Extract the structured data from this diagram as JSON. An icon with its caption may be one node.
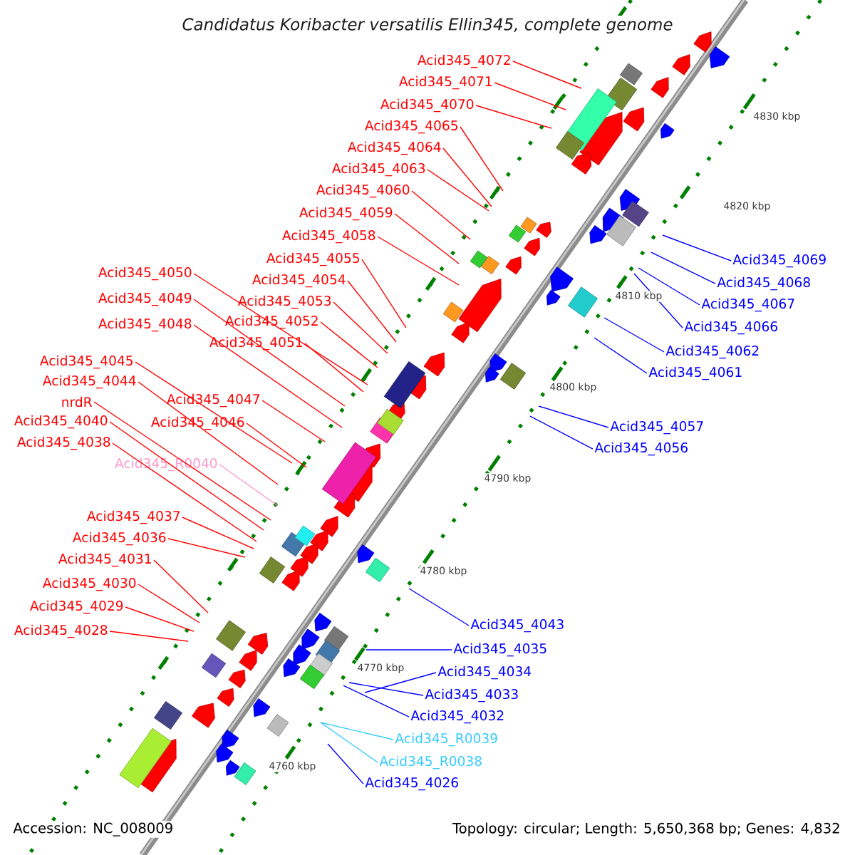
{
  "diagram": {
    "title": "Candidatus Koribacter versatilis Ellin345, complete genome",
    "nodes": [
      {
        "text": [
          "Acid345_4072"
        ]
      },
      {
        "text": [
          "Acid345_4071"
        ]
      },
      {
        "text": [
          "Acid345_4070"
        ]
      },
      {
        "text": [
          "Acid345_4065"
        ]
      },
      {
        "text": [
          "Acid345_4064"
        ]
      },
      {
        "text": [
          "Acid345_4063"
        ]
      },
      {
        "text": [
          "Acid345_4060"
        ]
      },
      {
        "text": [
          "Acid345_4059"
        ]
      },
      {
        "text": [
          "Acid345_4069"
        ]
      },
      {
        "text": [
          "Acid345_4058"
        ]
      },
      {
        "text": [
          "Acid345_4055"
        ]
      },
      {
        "text": [
          "Acid345_4050"
        ]
      },
      {
        "text": [
          "Acid345_4054"
        ]
      },
      {
        "text": [
          "Acid345_4068"
        ]
      },
      {
        "text": [
          "Acid345_4049"
        ]
      },
      {
        "text": [
          "Acid345_4053"
        ]
      },
      {
        "text": [
          "Acid345_4067"
        ]
      },
      {
        "text": [
          "Acid345_4052"
        ]
      },
      {
        "text": [
          "Acid345_4048"
        ]
      },
      {
        "text": [
          "Acid345_4066"
        ]
      },
      {
        "text": [
          "Acid345_4051"
        ]
      },
      {
        "text": [
          "Acid345_4062"
        ]
      },
      {
        "text": [
          "Acid345_4045"
        ]
      },
      {
        "text": [
          "Acid345_4061"
        ]
      },
      {
        "text": [
          "Acid345_4044"
        ]
      },
      {
        "text": [
          "nrdR"
        ]
      },
      {
        "text": [
          "Acid345_4047"
        ]
      },
      {
        "text": [
          "Acid345_4040"
        ]
      },
      {
        "text": [
          "Acid345_4046"
        ]
      },
      {
        "text": [
          "Acid345_4057"
        ]
      },
      {
        "text": [
          "Acid345_4038"
        ]
      },
      {
        "text": [
          "Acid345_4056"
        ]
      },
      {
        "text": [
          "Acid345_R0040"
        ]
      },
      {
        "text": [
          "Acid345_4037"
        ]
      },
      {
        "text": [
          "Acid345_4036"
        ]
      },
      {
        "text": [
          "Acid345_4031"
        ]
      },
      {
        "text": [
          "Acid345_4030"
        ]
      },
      {
        "text": [
          "Acid345_4029"
        ]
      },
      {
        "text": [
          "Acid345_4043"
        ]
      },
      {
        "text": [
          "Acid345_4028"
        ]
      },
      {
        "text": [
          "Acid345_4035"
        ]
      },
      {
        "text": [
          "Acid345_4034"
        ]
      },
      {
        "text": [
          "Acid345_4033"
        ]
      },
      {
        "text": [
          "Acid345_4032"
        ]
      },
      {
        "text": [
          "Acid345_R0039"
        ]
      },
      {
        "text": [
          "Acid345_R0038"
        ]
      },
      {
        "text": [
          "Acid345_4026"
        ]
      }
    ],
    "edges": [
      {
        "from": 0,
        "to": null,
        "arrow": "none"
      },
      {
        "from": 1,
        "to": null,
        "arrow": "none"
      },
      {
        "from": 2,
        "to": null,
        "arrow": "none"
      },
      {
        "from": 3,
        "to": null,
        "arrow": "none"
      },
      {
        "from": 4,
        "to": null,
        "arrow": "none"
      },
      {
        "from": 5,
        "to": null,
        "arrow": "none"
      },
      {
        "from": 6,
        "to": null,
        "arrow": "none"
      },
      {
        "from": 7,
        "to": null,
        "arrow": "none"
      },
      {
        "from": 8,
        "to": null,
        "arrow": "none",
        "color": "#0000ff"
      },
      {
        "from": 9,
        "to": null,
        "arrow": "none"
      },
      {
        "from": 10,
        "to": null,
        "arrow": "none"
      },
      {
        "from": 11,
        "to": null,
        "arrow": "none"
      },
      {
        "from": 12,
        "to": null,
        "arrow": "none"
      },
      {
        "from": 13,
        "to": null,
        "arrow": "none",
        "color": "#0000ff"
      },
      {
        "from": 14,
        "to": null,
        "arrow": "none"
      },
      {
        "from": 15,
        "to": null,
        "arrow": "none"
      },
      {
        "from": 16,
        "to": null,
        "arrow": "none",
        "color": "#0000ff"
      },
      {
        "from": 17,
        "to": null,
        "arrow": "none"
      },
      {
        "from": 18,
        "to": null,
        "arrow": "none"
      },
      {
        "from": 19,
        "to": null,
        "arrow": "none",
        "color": "#0000ff"
      },
      {
        "from": 20,
        "to": null,
        "arrow": "none"
      },
      {
        "from": 21,
        "to": null,
        "arrow": "none",
        "color": "#0000ff"
      },
      {
        "from": 22,
        "to": null,
        "arrow": "none"
      },
      {
        "from": 23,
        "to": null,
        "arrow": "none",
        "color": "#0000ff"
      },
      {
        "from": 24,
        "to": null,
        "arrow": "none"
      },
      {
        "from": 25,
        "to": null,
        "arrow": "none"
      },
      {
        "from": 26,
        "to": null,
        "arrow": "none"
      },
      {
        "from": 27,
        "to": null,
        "arrow": "none"
      },
      {
        "from": 28,
        "to": null,
        "arrow": "none"
      },
      {
        "from": 29,
        "to": null,
        "arrow": "none",
        "color": "#0000ff"
      },
      {
        "from": 30,
        "to": null,
        "arrow": "none"
      },
      {
        "from": 31,
        "to": null,
        "arrow": "none",
        "color": "#0000ff"
      },
      {
        "from": 32,
        "to": null,
        "arrow": "none",
        "color": "#ff99cc"
      },
      {
        "from": 33,
        "to": null,
        "arrow": "none"
      },
      {
        "from": 34,
        "to": null,
        "arrow": "none"
      },
      {
        "from": 35,
        "to": null,
        "arrow": "none"
      },
      {
        "from": 36,
        "to": null,
        "arrow": "none"
      },
      {
        "from": 37,
        "to": null,
        "arrow": "none"
      },
      {
        "from": 38,
        "to": null,
        "arrow": "none",
        "color": "#0000ff"
      },
      {
        "from": 39,
        "to": null,
        "arrow": "none"
      },
      {
        "from": 40,
        "to": null,
        "arrow": "none",
        "color": "#0000ff"
      },
      {
        "from": 41,
        "to": null,
        "arrow": "none",
        "color": "#0000ff"
      },
      {
        "from": 42,
        "to": null,
        "arrow": "none",
        "color": "#0000ff"
      },
      {
        "from": 43,
        "to": null,
        "arrow": "none",
        "color": "#0000ff"
      },
      {
        "from": 44,
        "to": null,
        "arrow": "none",
        "color": "#33ccff"
      },
      {
        "from": 45,
        "to": null,
        "arrow": "none",
        "color": "#33ccff"
      },
      {
        "from": 46,
        "to": null,
        "arrow": "none",
        "color": "#0000ff"
      }
    ],
    "labels": [
      "4830 kbp",
      "4820 kbp",
      "4810 kbp",
      "4800 kbp",
      "4790 kbp",
      "4780 kbp",
      "4770 kbp",
      "4760 kbp",
      "Accession: NC_008009",
      "Topology: circular; Length: 5,650,368 bp; Genes: 4,832"
    ]
  }
}
